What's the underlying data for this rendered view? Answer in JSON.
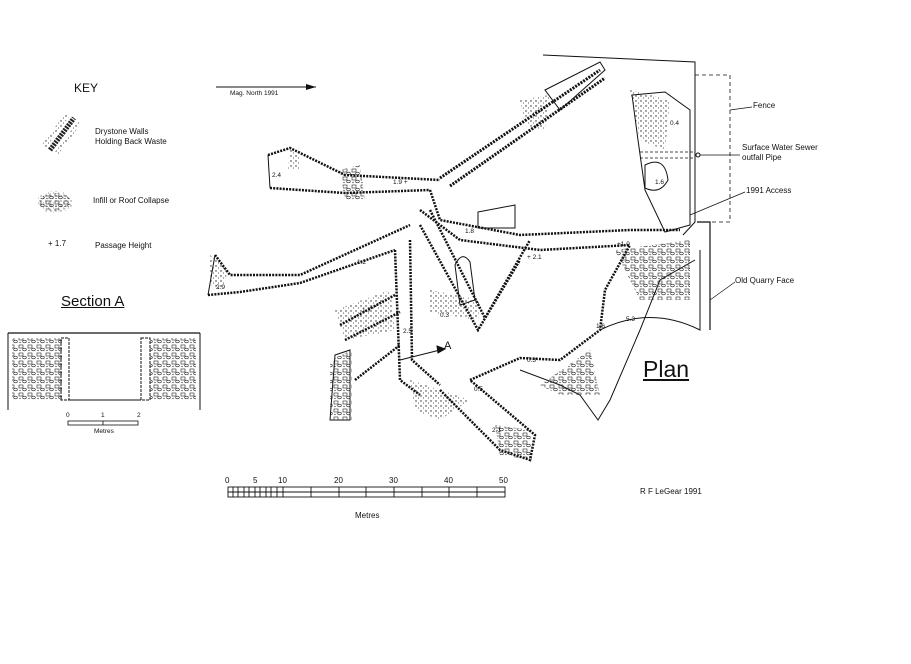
{
  "key": {
    "title": "KEY",
    "walls_label_line1": "Drystone Walls",
    "walls_label_line2": "Holding Back Waste",
    "infill_label": "Infill or Roof Collapse",
    "height_sample": "+ 1.7",
    "height_label": "Passage Height"
  },
  "north_arrow_label": "Mag. North 1991",
  "section": {
    "title": "Section  A",
    "scale_ticks": [
      "0",
      "1",
      "2"
    ],
    "scale_unit": "Metres"
  },
  "plan": {
    "title": "Plan",
    "section_marker": "A",
    "heights": [
      "2.4",
      "1.9 +",
      "1.8",
      "+ 2.1",
      "+1.0",
      "0.4",
      "1.6",
      "1.2",
      "2.9",
      "1.7",
      "2.5",
      "0.3",
      "0.3",
      "0.5",
      "2.1",
      "1.6",
      "5.3"
    ],
    "annotations": {
      "fence": "Fence",
      "sewer_line1": "Surface Water Sewer",
      "sewer_line2": "outfall Pipe",
      "access": "1991 Access",
      "quarry": "Old Quarry Face"
    }
  },
  "scale": {
    "ticks": [
      "0",
      "5",
      "10",
      "20",
      "30",
      "40",
      "50"
    ],
    "unit": "Metres"
  },
  "credit": "R F LeGear 1991"
}
